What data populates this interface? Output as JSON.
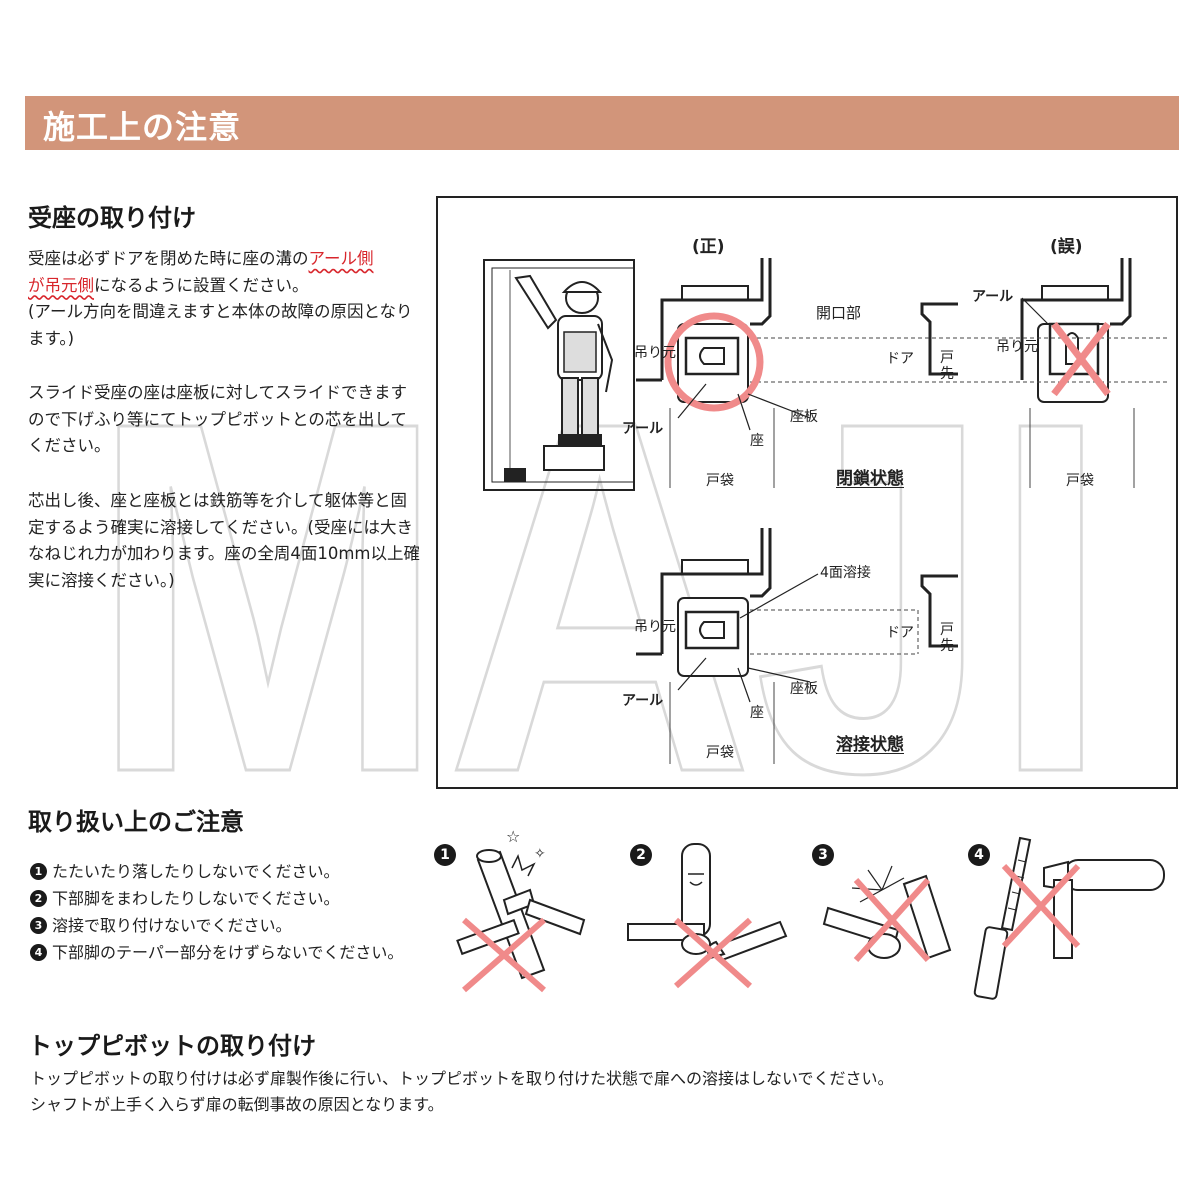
{
  "banner": {
    "title": "施工上の注意"
  },
  "section1": {
    "heading": "受座の取り付け",
    "p1_pre": "受座は必ずドアを閉めた時に座の溝の",
    "p1_red_a": "アール側",
    "p1_red_b": "が吊元側",
    "p1_post": "になるように設置ください。",
    "p1_note": "(アール方向を間違えますと本体の故障の原因となります。)",
    "p2": "スライド受座の座は座板に対してスライドできますので下げふり等にてトップピボットとの芯を出してください。",
    "p3": "芯出し後、座と座板とは鉄筋等を介して躯体等と固定するよう確実に溶接してください。(受座には大きなねじれ力が加わります。座の全周4面10mm以上確実に溶接ください。)"
  },
  "diagram": {
    "correct": "(正)",
    "wrong": "(誤)",
    "opening": "開口部",
    "hanging_side": "吊り元",
    "arc": "アール",
    "seat": "座",
    "seat_plate": "座板",
    "door": "ドア",
    "door_tip_1": "戸",
    "door_tip_2": "先",
    "door_pocket": "戸袋",
    "closed_state": "閉鎖状態",
    "welded_state": "溶接状態",
    "four_side_weld": "4面溶接"
  },
  "section2": {
    "heading": "取り扱い上のご注意",
    "items": [
      {
        "num": "1",
        "text": "たたいたり落したりしないでください。"
      },
      {
        "num": "2",
        "text": "下部脚をまわしたりしないでください。"
      },
      {
        "num": "3",
        "text": "溶接で取り付けないでください。"
      },
      {
        "num": "4",
        "text": "下部脚のテーパー部分をけずらないでください。"
      }
    ]
  },
  "section3": {
    "heading": "トップピボットの取り付け",
    "line1": "トップピボットの取り付けは必ず扉製作後に行い、トップピボットを取り付けた状態で扉への溶接はしないでください。",
    "line2": "シャフトが上手く入らず扉の転倒事故の原因となります。"
  },
  "watermark": {
    "text": "MAJI"
  },
  "colors": {
    "banner": "#d2957a",
    "accent_red": "#d8262c",
    "cross_pink": "#f08a8a"
  }
}
